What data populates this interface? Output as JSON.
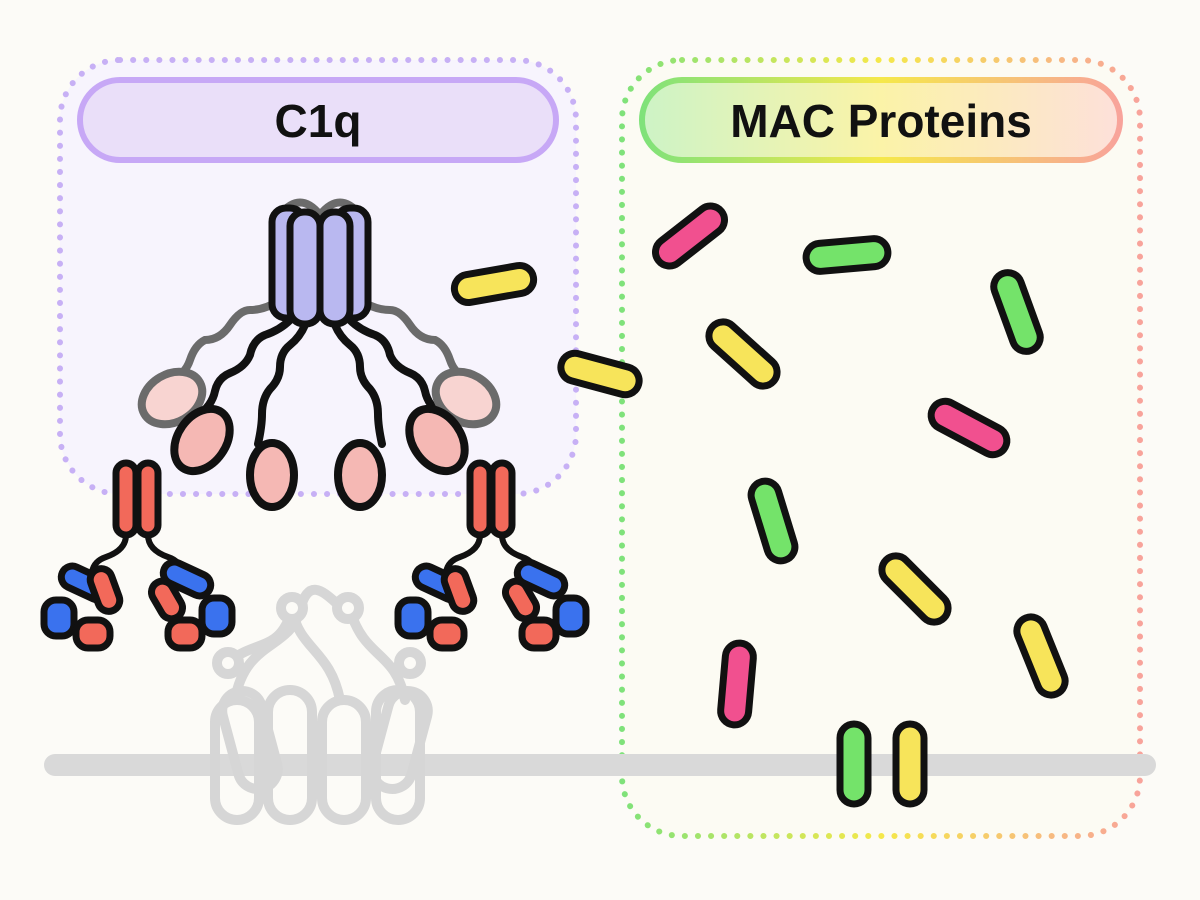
{
  "panels": {
    "c1q": {
      "label": "C1q",
      "border_color": "#c7b0f5",
      "pill_fill": "#eadff9",
      "pill_stroke": "#c7a8f6",
      "body_fill": "#f7f4fd"
    },
    "mac": {
      "label": "MAC Proteins",
      "gradient": [
        "#7fe27a",
        "#f5e84a",
        "#f8a39b"
      ],
      "pill_fill": [
        "#cdf3c6",
        "#fbf3a8",
        "#fde0da"
      ],
      "body_fill": "#fcfbf3"
    }
  },
  "colors": {
    "c1q_head": "#b9b8f0",
    "c1q_globule": "#f5b8b4",
    "antibody_red": "#f2695a",
    "antibody_blue": "#3a72ee",
    "mac_pink": "#f1508f",
    "mac_green": "#74e36a",
    "mac_yellow": "#f7e45a",
    "membrane": "#d9d9d9",
    "outline": "#111111"
  },
  "mac_fragments": [
    {
      "color": "yellow"
    },
    {
      "color": "yellow"
    },
    {
      "color": "pink"
    },
    {
      "color": "green"
    },
    {
      "color": "green"
    },
    {
      "color": "yellow"
    },
    {
      "color": "pink"
    },
    {
      "color": "green"
    },
    {
      "color": "yellow"
    },
    {
      "color": "yellow"
    },
    {
      "color": "pink"
    }
  ],
  "inserted_pores": [
    {
      "color": "green"
    },
    {
      "color": "yellow"
    }
  ]
}
